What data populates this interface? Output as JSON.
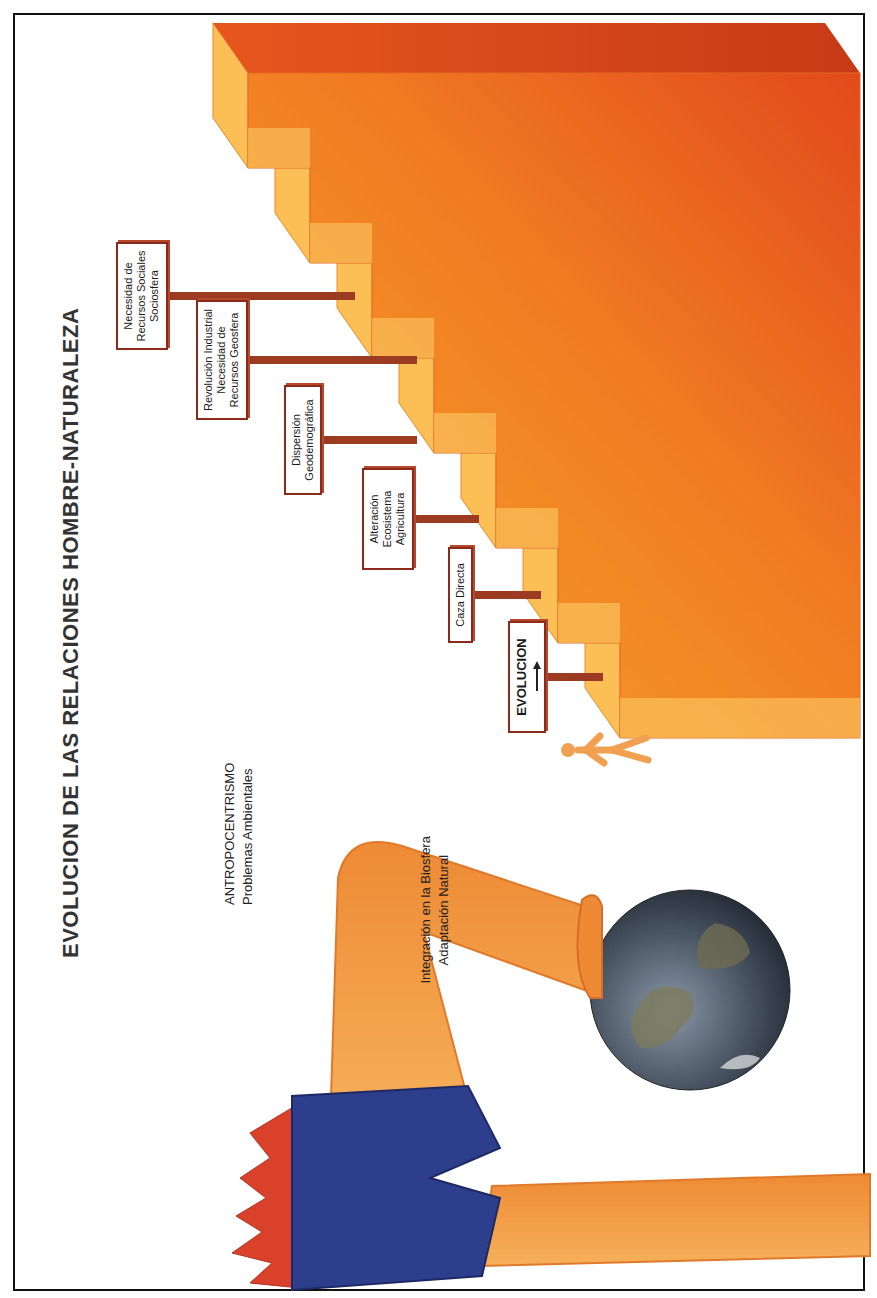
{
  "diagram": {
    "title": "EVOLUCION DE LAS RELACIONES HOMBRE-NATURALEZA",
    "nodes": [
      {
        "text": [
          "EVOLUCION"
        ]
      },
      {
        "text": [
          "Caza Directa"
        ]
      },
      {
        "text": [
          "Alteración Ecosistema Agricultura"
        ]
      },
      {
        "text": [
          "Dispersión Geodemográfica"
        ]
      },
      {
        "text": [
          "Revolución Industrial Necesidad de Recursos Geosfera"
        ]
      },
      {
        "text": [
          "Necesidad de Recursos Sociales Sociosfera"
        ]
      }
    ],
    "labels": [
      "ANTROPOCENTRISMO",
      "Problemas Ambientales",
      "Integración en la Biosfera",
      "Adaptación Natural"
    ]
  }
}
